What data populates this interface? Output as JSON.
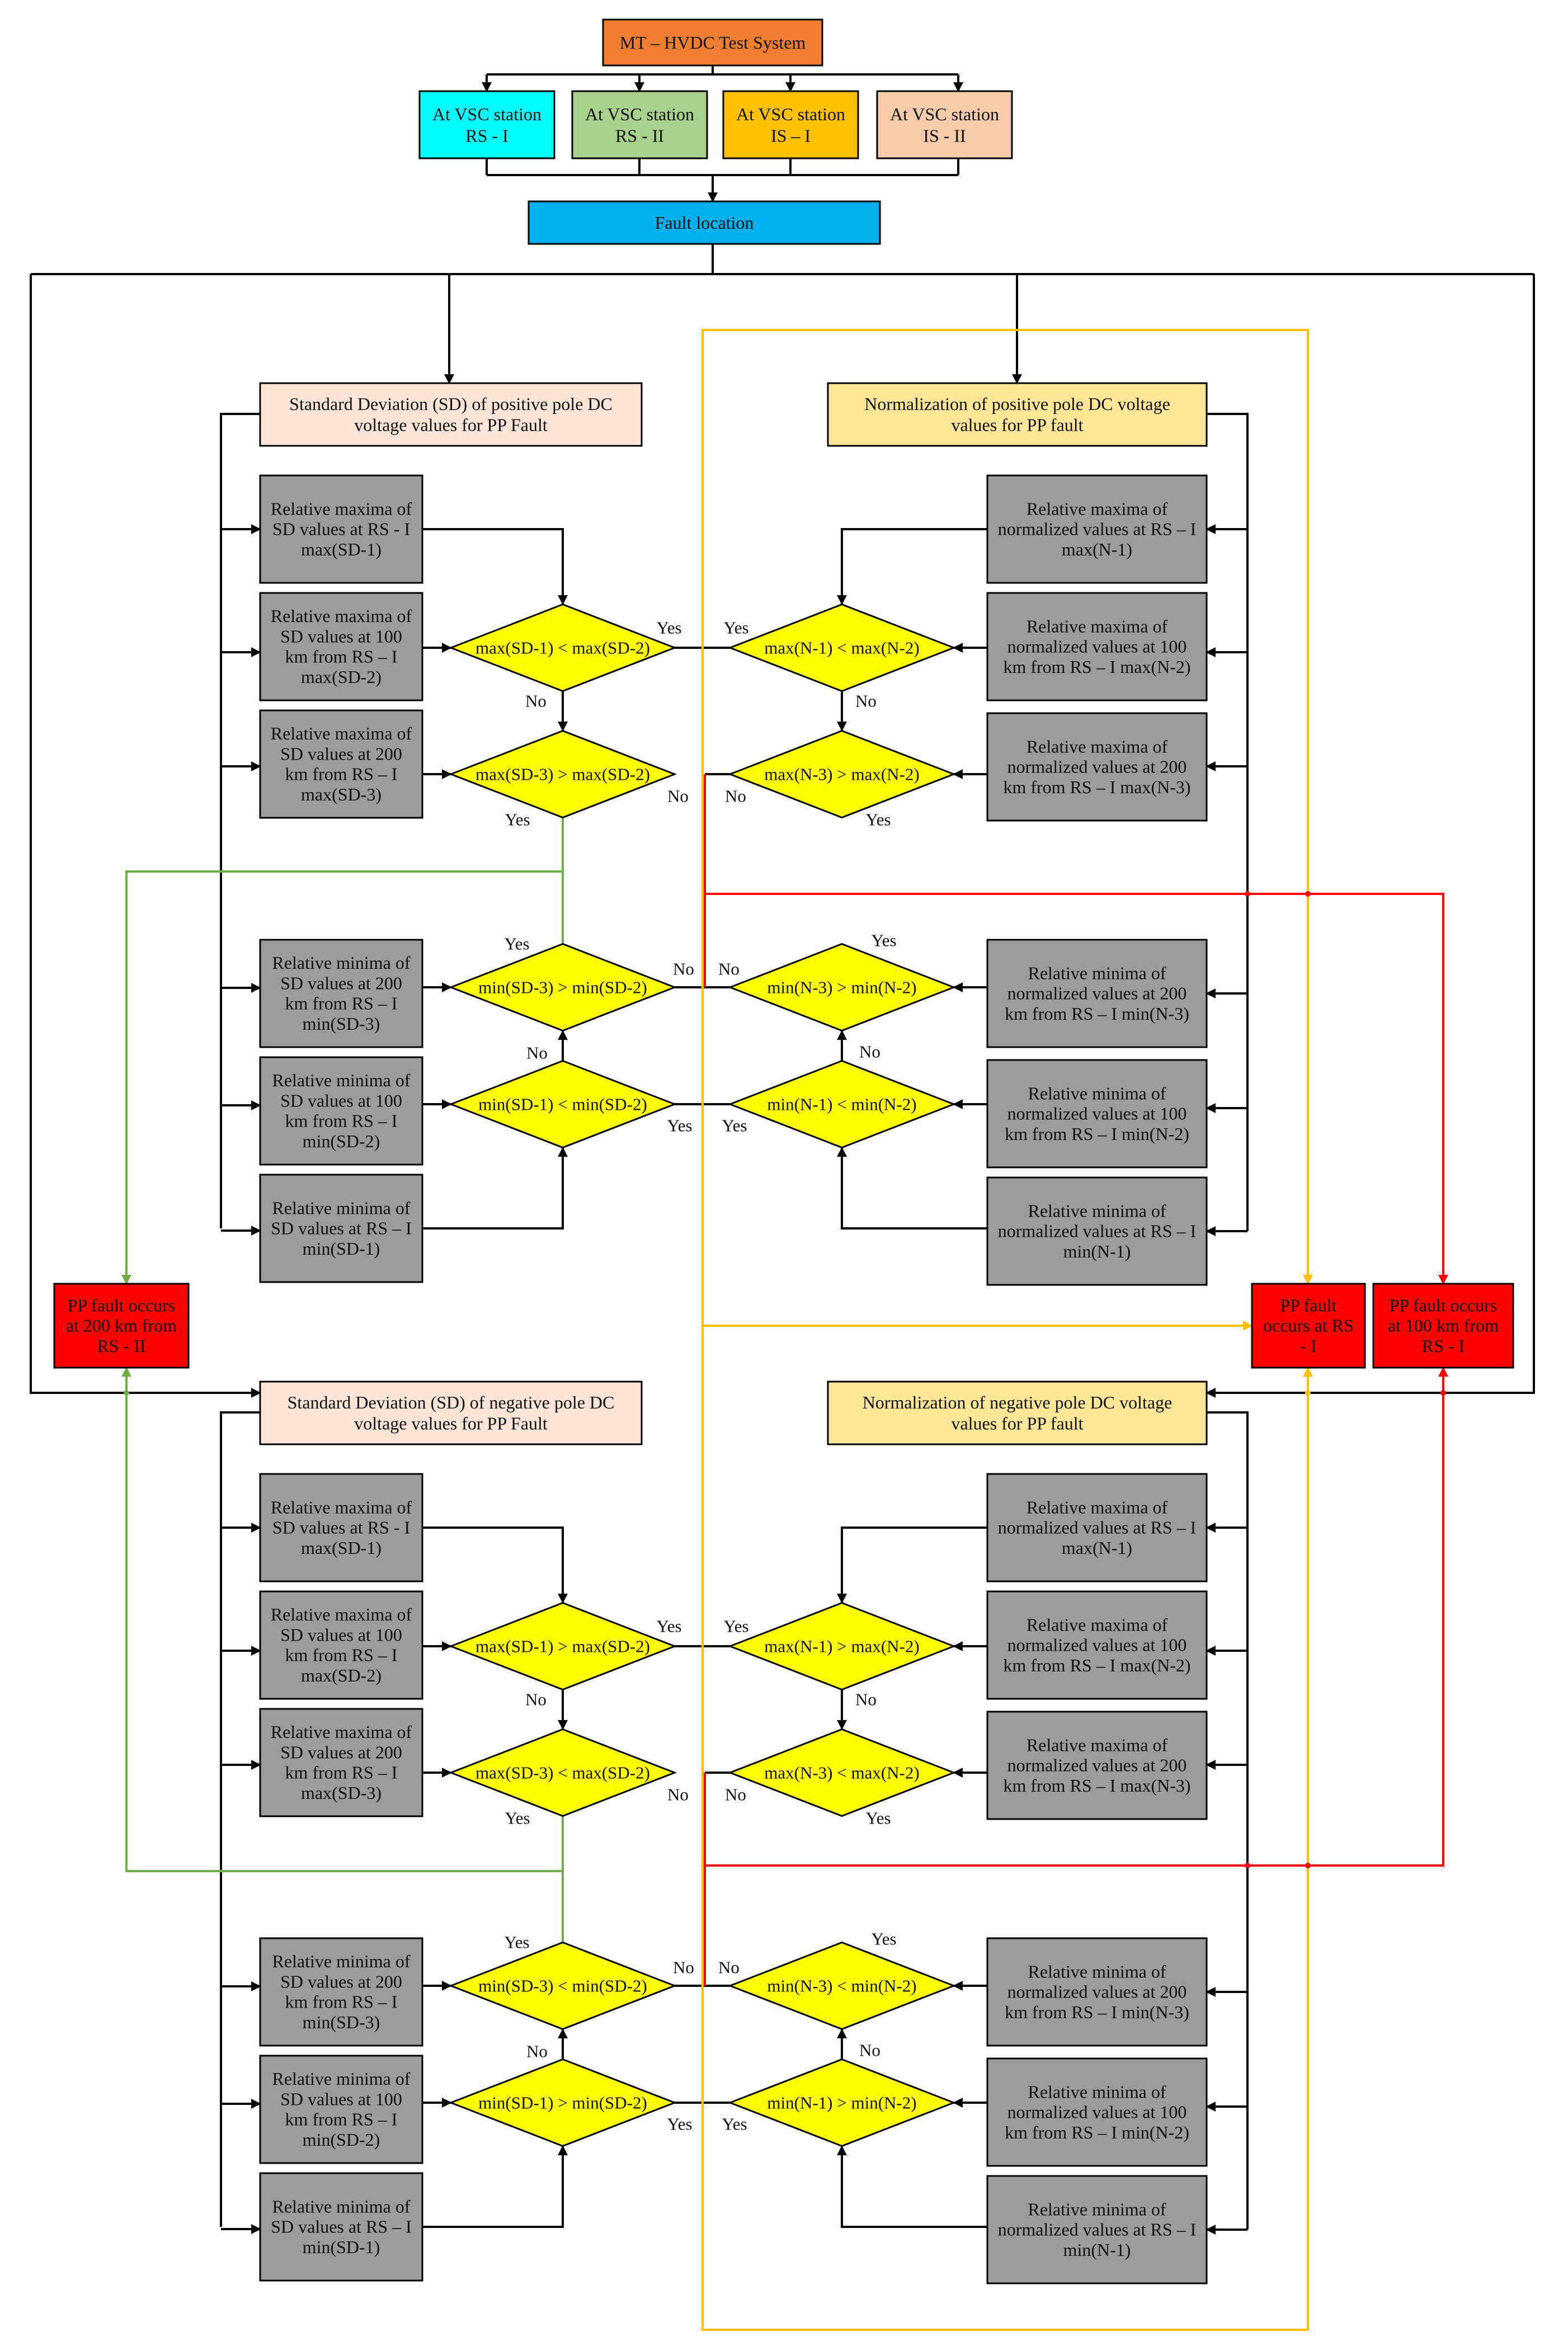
{
  "header": {
    "title": "MT – HVDC Test System",
    "stations": [
      "At VSC station\nRS - I",
      "At VSC station\nRS - II",
      "At VSC station\nIS – I",
      "At VSC station\nIS - II"
    ],
    "fault_location": "Fault location"
  },
  "sections": {
    "sd_pos": "Standard Deviation (SD)  of positive pole DC\nvoltage values for PP Fault",
    "norm_pos": "Normalization of positive pole DC voltage\nvalues for PP fault",
    "sd_neg": "Standard Deviation (SD)  of negative pole DC\nvoltage values for PP Fault",
    "norm_neg": "Normalization of negative pole DC voltage\nvalues for PP fault"
  },
  "left_boxes": {
    "max1": "Relative maxima of\nSD values at RS - I\nmax(SD-1)",
    "max2": "Relative maxima of\nSD values at 100\nkm from RS – I\nmax(SD-2)",
    "max3": "Relative maxima of\nSD values at 200\nkm from RS – I\nmax(SD-3)",
    "min3": "Relative minima of\nSD values at 200\nkm from RS – I\nmin(SD-3)",
    "min2": "Relative minima of\nSD values at 100\nkm from RS – I\nmin(SD-2)",
    "min1": "Relative minima of\nSD values at RS – I\nmin(SD-1)"
  },
  "right_boxes": {
    "max1": "Relative maxima of\nnormalized values at RS – I\nmax(N-1)",
    "max2": "Relative maxima of\nnormalized values at 100\nkm from RS – I max(N-2)",
    "max3": "Relative maxima of\nnormalized values at 200\nkm from RS – I max(N-3)",
    "min3": "Relative minima of\nnormalized values at 200\nkm from RS – I min(N-3)",
    "min2": "Relative minima of\nnormalized values at 100\nkm from RS – I min(N-2)",
    "min1": "Relative minima of\nnormalized values at RS – I\nmin(N-1)"
  },
  "decisions_top": {
    "l1": "max(SD-1) < max(SD-2)",
    "l2": "max(SD-3) > max(SD-2)",
    "l3": "min(SD-3) > min(SD-2)",
    "l4": "min(SD-1) < min(SD-2)",
    "r1": "max(N-1) < max(N-2)",
    "r2": "max(N-3) > max(N-2)",
    "r3": "min(N-3) > min(N-2)",
    "r4": "min(N-1) < min(N-2)"
  },
  "decisions_bottom": {
    "l1": "max(SD-1) > max(SD-2)",
    "l2": "max(SD-3) < max(SD-2)",
    "l3": "min(SD-3) < min(SD-2)",
    "l4": "min(SD-1) > min(SD-2)",
    "r1": "max(N-1) > max(N-2)",
    "r2": "max(N-3) < max(N-2)",
    "r3": "min(N-3) < min(N-2)",
    "r4": "min(N-1) > min(N-2)"
  },
  "results": {
    "rs2_200": "PP fault occurs\nat 200 km from\nRS - II",
    "rs1": "PP fault\noccurs at RS\n- I",
    "rs1_100": "PP fault occurs\nat 100 km from\nRS - I"
  },
  "labels": {
    "yes": "Yes",
    "no": "No"
  },
  "colors": {
    "title": "#F07F33",
    "st1": "#00FFFF",
    "st2": "#A9D18E",
    "st3": "#FFC000",
    "st4": "#F8CBAD",
    "fault": "#00B0F0",
    "sd_section": "#FCE4D6",
    "norm_section": "#FFE699",
    "gray": "#9C9C9C",
    "decision": "#FFFF00",
    "result": "#FF0000",
    "green": "#70AD47",
    "orange": "#FFC000",
    "red": "#FF0000",
    "black": "#000000"
  }
}
